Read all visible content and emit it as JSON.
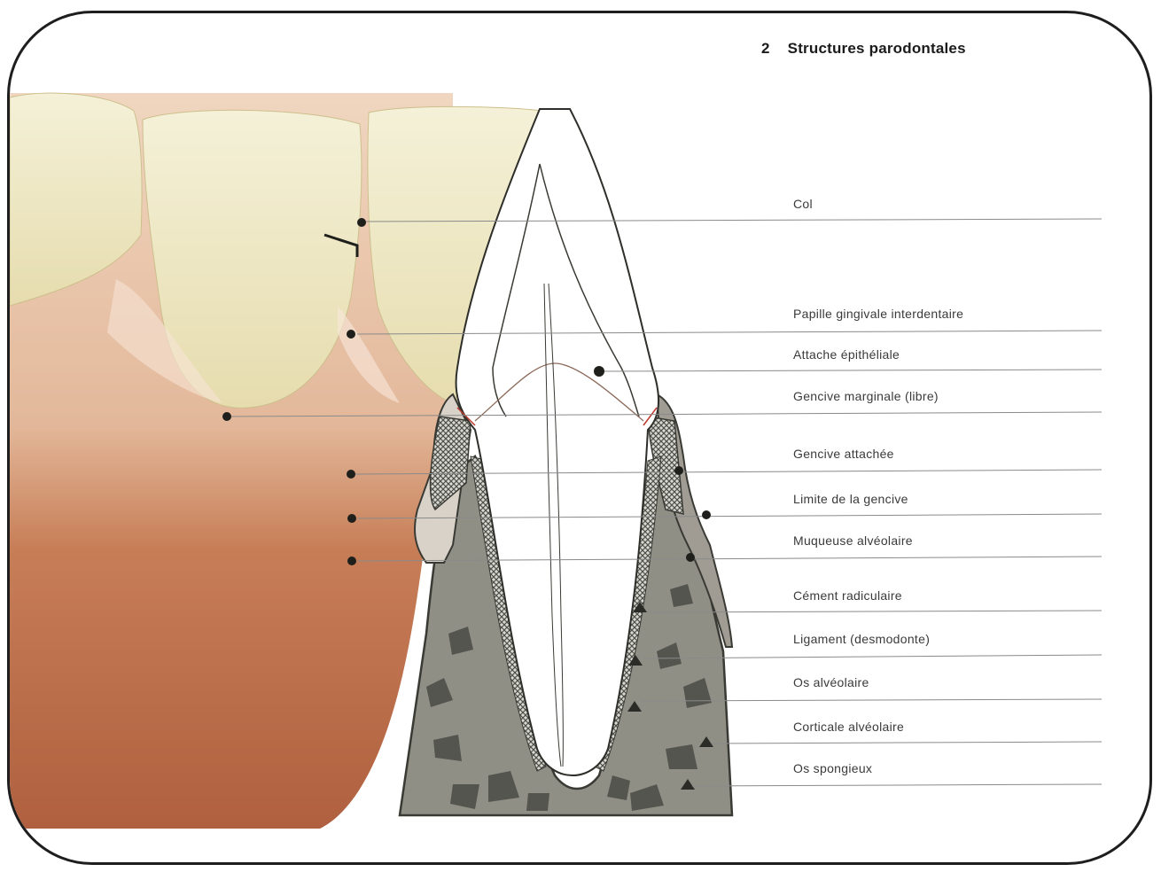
{
  "heading": {
    "number": "2",
    "title": "Structures parodontales"
  },
  "labels": [
    "Col",
    "Papille gingivale interdentaire",
    "Attache épithéliale",
    "Gencive marginale (libre)",
    "Gencive attachée",
    "Limite de la gencive",
    "Muqueuse alvéolaire",
    "Cément radiculaire",
    "Ligament (desmodonte)",
    "Os alvéolaire",
    "Corticale alvéolaire",
    "Os spongieux"
  ],
  "colors": {
    "frame": "#1e1e1e",
    "enamel": "#efe9c6",
    "gingiva": "#e5bba0",
    "mucosa": "#b86a48",
    "bone": "#8f8f86",
    "cortical": "#55554f",
    "leader": "#8a8a8a"
  }
}
